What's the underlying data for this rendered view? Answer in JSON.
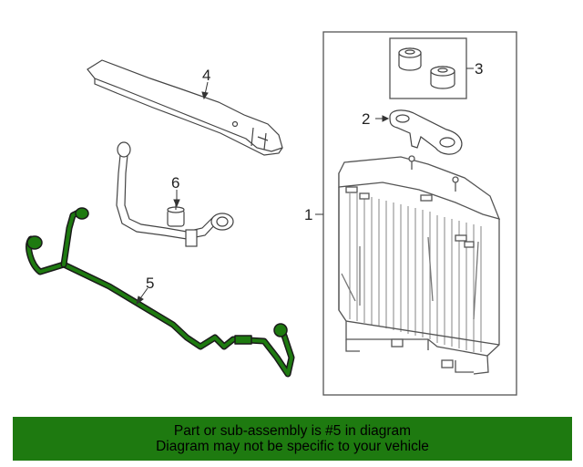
{
  "callouts": {
    "part1": "1",
    "part2": "2",
    "part3": "3",
    "part4": "4",
    "part5": "5",
    "part6": "6"
  },
  "banner": {
    "line1": "Part or sub-assembly is #5 in diagram",
    "line2": "Diagram may not be specific to your vehicle"
  },
  "colors": {
    "highlight": "#1e7a10",
    "line_art": "#444444"
  }
}
